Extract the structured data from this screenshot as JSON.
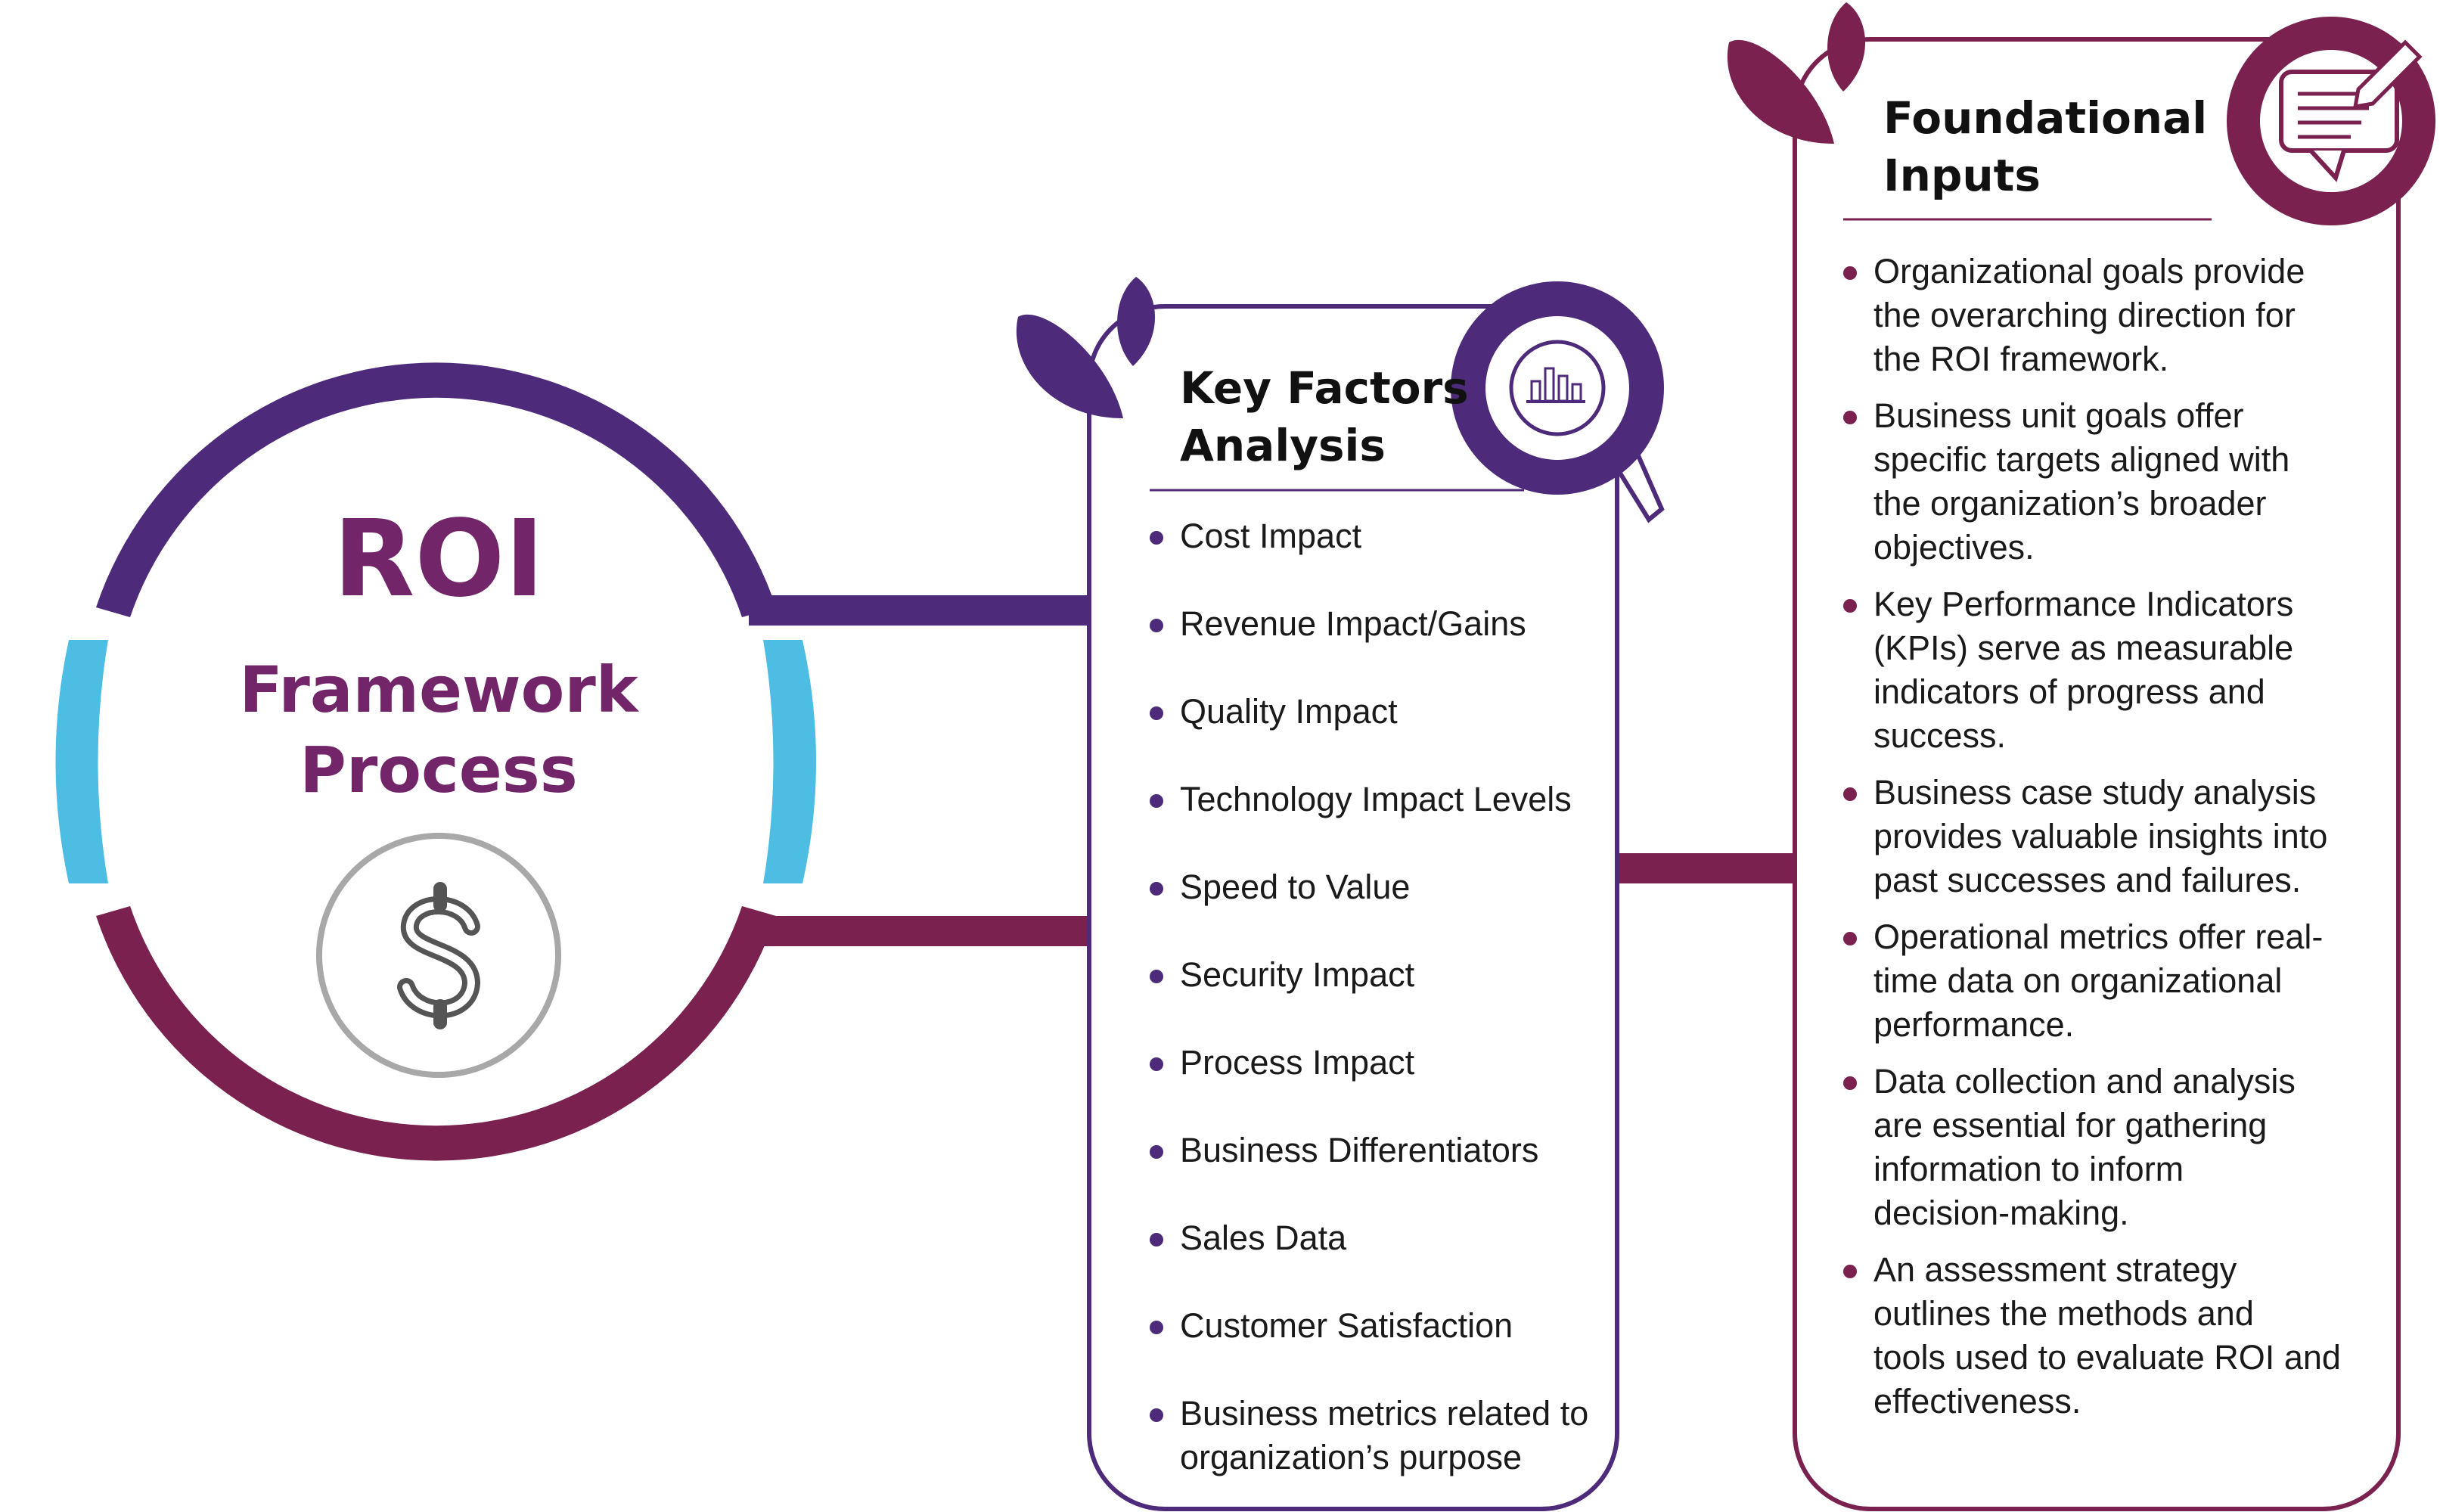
{
  "roi": {
    "title": "ROI",
    "subtitle_line1": "Framework",
    "subtitle_line2": "Process",
    "icon": "dollar-icon"
  },
  "key_factors": {
    "title_line1": "Key Factors",
    "title_line2": "Analysis",
    "icon": "magnifier-chart-icon",
    "items": [
      "Cost Impact",
      "Revenue Impact/Gains",
      "Quality Impact",
      "Technology Impact Levels",
      "Speed to Value",
      "Security Impact",
      "Process Impact",
      "Business Differentiators",
      "Sales Data",
      "Customer Satisfaction",
      [
        "Business metrics related to",
        "organization’s purpose"
      ]
    ]
  },
  "foundational_inputs": {
    "title_line1": "Foundational",
    "title_line2": "Inputs",
    "icon": "document-pencil-icon",
    "items": [
      [
        "Organizational goals provide",
        "the overarching direction for",
        "the ROI framework."
      ],
      [
        "Business unit goals offer",
        "specific targets aligned with",
        "the organization’s broader",
        "objectives."
      ],
      [
        "Key Performance Indicators",
        "(KPIs) serve as measurable",
        "indicators of progress and",
        "success."
      ],
      [
        "Business case study analysis",
        "provides valuable insights into",
        "past successes and failures."
      ],
      [
        "Operational metrics offer real-",
        "time data on organizational",
        "performance."
      ],
      [
        "Data collection and analysis",
        "are essential for gathering",
        "information to inform",
        "decision-making."
      ],
      [
        "An assessment strategy",
        "outlines the methods and",
        "tools used to evaluate ROI and",
        "effectiveness."
      ]
    ]
  },
  "colors": {
    "purple": "#4d2a7a",
    "maroon": "#7a2150",
    "cyan": "#4dbde3",
    "title_text": "#722569",
    "gray": "#a8a8a8"
  }
}
